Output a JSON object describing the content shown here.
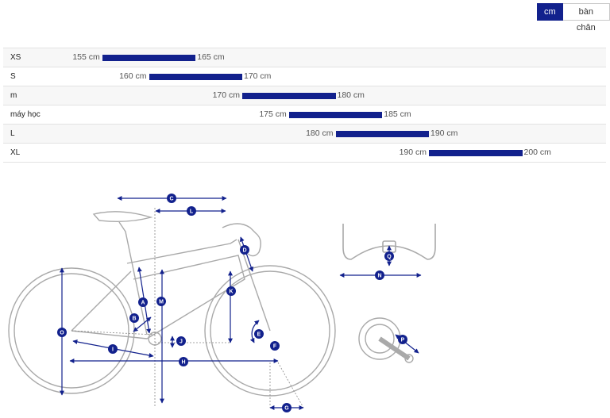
{
  "unit_toggle": {
    "options": [
      {
        "label": "cm",
        "active": true
      },
      {
        "label": "bàn chân",
        "active": false
      }
    ]
  },
  "colors": {
    "accent": "#12218d",
    "frame_line": "#a9a9a9"
  },
  "size_chart": {
    "rows": [
      {
        "name": "XS",
        "min": 155,
        "max": 165,
        "min_label": "155 cm",
        "max_label": "165 cm"
      },
      {
        "name": "S",
        "min": 160,
        "max": 170,
        "min_label": "160 cm",
        "max_label": "170 cm"
      },
      {
        "name": "m",
        "min": 170,
        "max": 180,
        "min_label": "170 cm",
        "max_label": "180 cm"
      },
      {
        "name": "máy học",
        "min": 175,
        "max": 185,
        "min_label": "175 cm",
        "max_label": "185 cm"
      },
      {
        "name": "L",
        "min": 180,
        "max": 190,
        "min_label": "180 cm",
        "max_label": "190 cm"
      },
      {
        "name": "XL",
        "min": 190,
        "max": 200,
        "min_label": "190 cm",
        "max_label": "200 cm"
      }
    ]
  },
  "geometry_diagram": {
    "markers": {
      "a": "A",
      "b": "B",
      "c": "C",
      "d": "D",
      "e": "E",
      "f": "F",
      "g": "G",
      "h": "H",
      "i": "I",
      "j": "J",
      "k": "K",
      "l": "L",
      "m": "M",
      "n": "N",
      "o": "O",
      "p": "P",
      "q": "Q"
    }
  }
}
